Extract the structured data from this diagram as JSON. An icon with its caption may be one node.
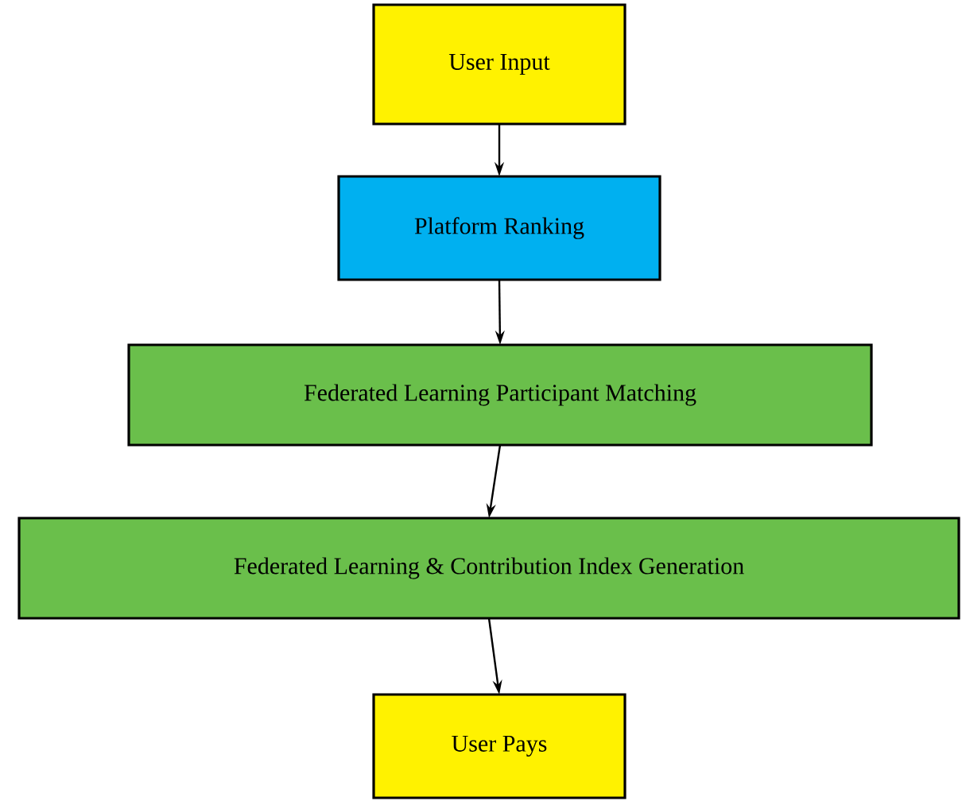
{
  "diagram": {
    "nodes": [
      {
        "text": [
          "User Input"
        ]
      },
      {
        "text": [
          "Platform Ranking"
        ]
      },
      {
        "text": [
          "Federated Learning Participant Matching"
        ]
      },
      {
        "text": [
          "Federated Learning & Contribution Index Generation"
        ]
      },
      {
        "text": [
          "User Pays"
        ]
      }
    ],
    "edges": [
      {
        "from": 0,
        "to": 1,
        "arrow": "to"
      },
      {
        "from": 1,
        "to": 2,
        "arrow": "to"
      },
      {
        "from": 2,
        "to": 3,
        "arrow": "to"
      },
      {
        "from": 3,
        "to": 4,
        "arrow": "to"
      }
    ]
  }
}
